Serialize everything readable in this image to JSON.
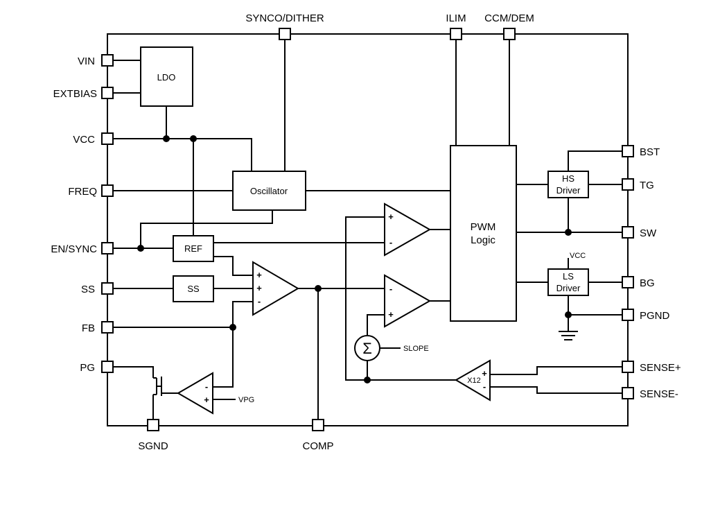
{
  "pins": {
    "left": [
      "VIN",
      "EXTBIAS",
      "VCC",
      "FREQ",
      "EN/SYNC",
      "SS",
      "FB",
      "PG"
    ],
    "top": [
      "SYNCO/DITHER",
      "ILIM",
      "CCM/DEM"
    ],
    "right": [
      "BST",
      "TG",
      "SW",
      "BG",
      "PGND",
      "SENSE+",
      "SENSE-"
    ],
    "bottom": [
      "SGND",
      "COMP"
    ]
  },
  "blocks": {
    "ldo": "LDO",
    "oscillator": "Oscillator",
    "ref": "REF",
    "ss": "SS",
    "pwm_line1": "PWM",
    "pwm_line2": "Logic",
    "hs_line1": "HS",
    "hs_line2": "Driver",
    "ls_line1": "LS",
    "ls_line2": "Driver"
  },
  "annotations": {
    "vcc_supply": "VCC",
    "vpg": "VPG",
    "slope": "SLOPE",
    "x12": "X12",
    "sigma": "Σ",
    "plus": "+",
    "minus": "-"
  }
}
